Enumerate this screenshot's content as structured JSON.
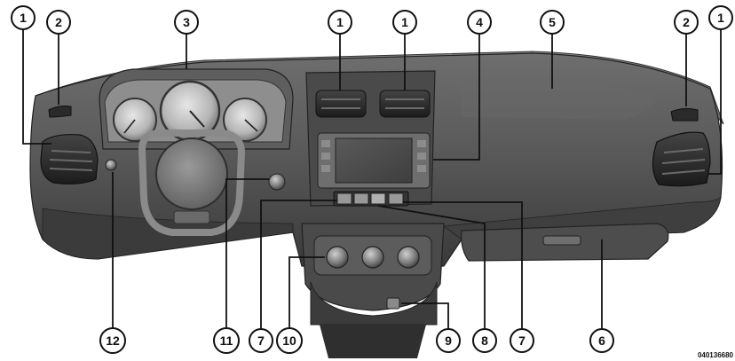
{
  "figure_code": "040136680",
  "callouts": [
    {
      "id": "c1a",
      "number": "1"
    },
    {
      "id": "c2a",
      "number": "2"
    },
    {
      "id": "c3",
      "number": "3"
    },
    {
      "id": "c1b",
      "number": "1"
    },
    {
      "id": "c1c",
      "number": "1"
    },
    {
      "id": "c4",
      "number": "4"
    },
    {
      "id": "c5",
      "number": "5"
    },
    {
      "id": "c2b",
      "number": "2"
    },
    {
      "id": "c1d",
      "number": "1"
    },
    {
      "id": "c12",
      "number": "12"
    },
    {
      "id": "c11",
      "number": "11"
    },
    {
      "id": "c7a",
      "number": "7"
    },
    {
      "id": "c10",
      "number": "10"
    },
    {
      "id": "c9",
      "number": "9"
    },
    {
      "id": "c8",
      "number": "8"
    },
    {
      "id": "c7b",
      "number": "7"
    },
    {
      "id": "c6",
      "number": "6"
    }
  ]
}
